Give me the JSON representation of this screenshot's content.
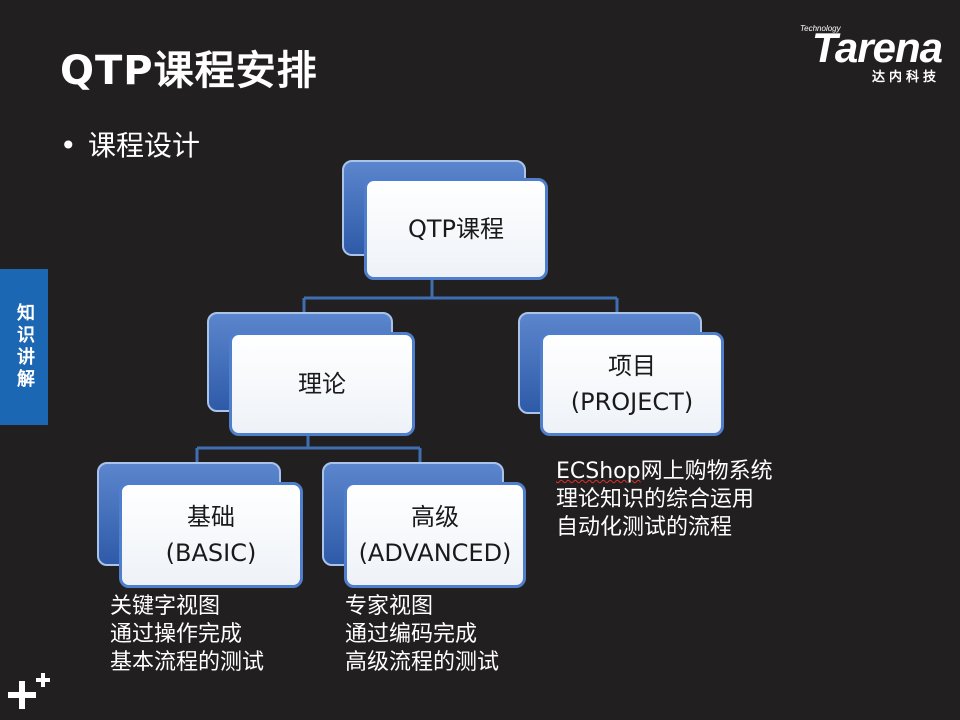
{
  "slide": {
    "title": "QTP课程安排",
    "bullet": "课程设计",
    "side_tab": "知识讲解"
  },
  "logo": {
    "main": "Tarena",
    "small": "Technology",
    "cn": "达内科技"
  },
  "diagram": {
    "root": {
      "label": "QTP课程"
    },
    "theory": {
      "label": "理论"
    },
    "project": {
      "label": "项目",
      "sub": "(PROJECT)"
    },
    "basic": {
      "label": "基础",
      "sub": "(BASIC)"
    },
    "advanced": {
      "label": "高级",
      "sub": "(ADVANCED)"
    }
  },
  "notes": {
    "project": {
      "brand": "ECShop",
      "rest": "网上购物系统",
      "lines": [
        "理论知识的综合运用",
        "自动化测试的流程"
      ]
    },
    "basic": [
      "关键字视图",
      "通过操作完成",
      "基本流程的测试"
    ],
    "advanced": [
      "专家视图",
      "通过编码完成",
      "高级流程的测试"
    ]
  },
  "colors": {
    "background": "#211f1f",
    "node_blue": "#3d6bb8",
    "side_tab": "#1b67b4",
    "connector": "#3f6fb3"
  }
}
